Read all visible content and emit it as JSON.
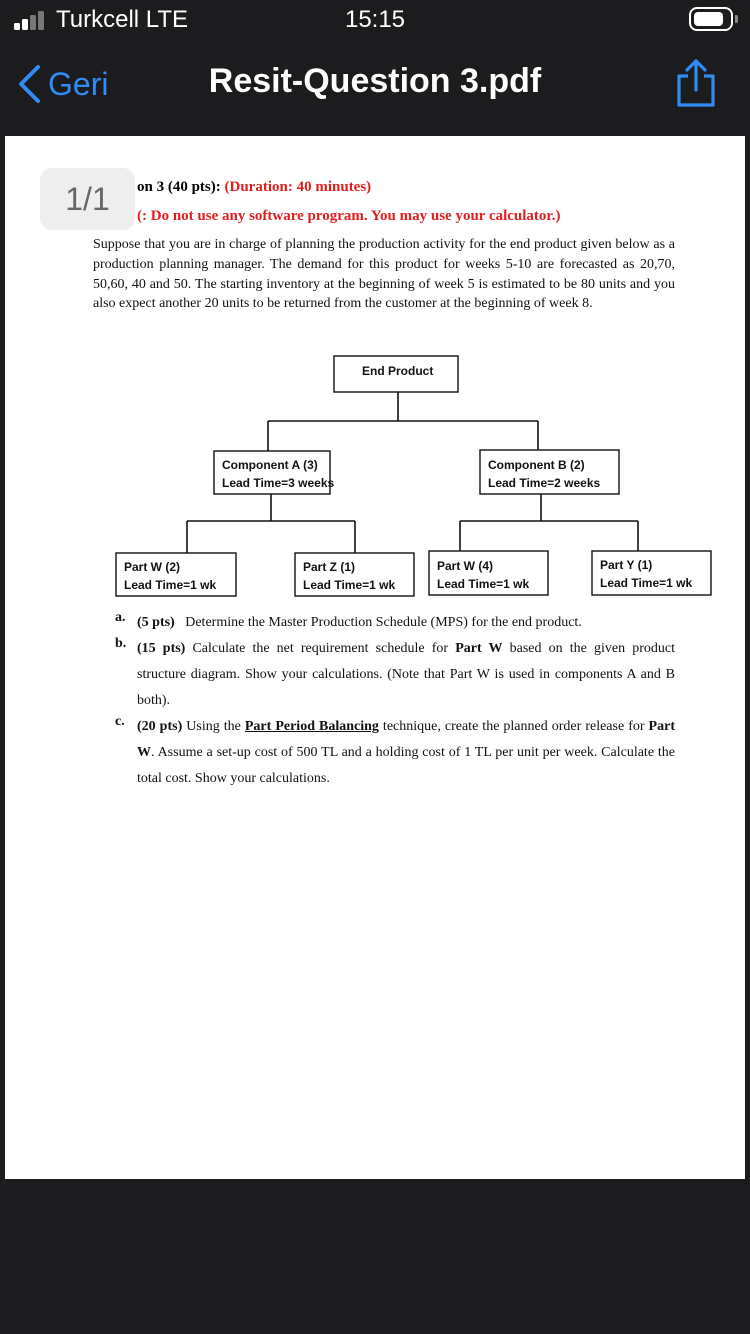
{
  "status_bar": {
    "carrier": "Turkcell  LTE",
    "time": "15:15",
    "signal_bars_active": 2
  },
  "nav": {
    "back_label": "Geri",
    "title": "Resit-Question 3.pdf",
    "back_icon": "chevron-left-icon",
    "share_icon": "share-icon",
    "accent_color": "#2f8cf5"
  },
  "page_indicator": "1/1",
  "question": {
    "header_prefix": "on 3 (40 pts): ",
    "header_duration": "(Duration: 40 minutes)",
    "note": "(: Do not use any software program. You may use your calculator.)",
    "intro": "Suppose that you are in charge of planning the production activity for the end product given below as a production planning manager. The demand for this product for weeks 5-10 are forecasted as 20,70, 50,60, 40 and 50. The starting inventory at the beginning of week 5 is estimated to be 80 units and you also expect another 20 units to be returned from the customer at the beginning of week 8."
  },
  "diagram": {
    "end_product": "End Product",
    "component_a": {
      "name": "Component A (3)",
      "lead": "Lead Time=3 weeks"
    },
    "component_b": {
      "name": "Component B (2)",
      "lead": "Lead Time=2 weeks"
    },
    "part_w2": {
      "name": "Part W (2)",
      "lead": "Lead Time=1 wk"
    },
    "part_z1": {
      "name": "Part Z (1)",
      "lead": "Lead Time=1 wk"
    },
    "part_w4": {
      "name": "Part W (4)",
      "lead": "Lead Time=1 wk"
    },
    "part_y1": {
      "name": "Part Y (1)",
      "lead": "Lead Time=1 wk"
    }
  },
  "tasks": {
    "a": {
      "letter": "a.",
      "pts": "(5 pts)",
      "text": "Determine the Master Production Schedule (MPS) for the end product."
    },
    "b": {
      "letter": "b.",
      "pts": "(15 pts)",
      "text1": " Calculate the net requirement schedule for ",
      "part": "Part W",
      "text2": " based on the given product structure diagram. Show your calculations. (Note that Part W is used in components A and B both)."
    },
    "c": {
      "letter": "c.",
      "pts": "(20 pts)",
      "text1": " Using the ",
      "technique": "Part Period Balancing",
      "text2": " technique, create the planned order release for ",
      "part": "Part W",
      "text3": ". Assume a set-up cost of 500 TL and a holding cost of 1 TL per unit per week. Calculate the total cost. Show your calculations."
    }
  }
}
